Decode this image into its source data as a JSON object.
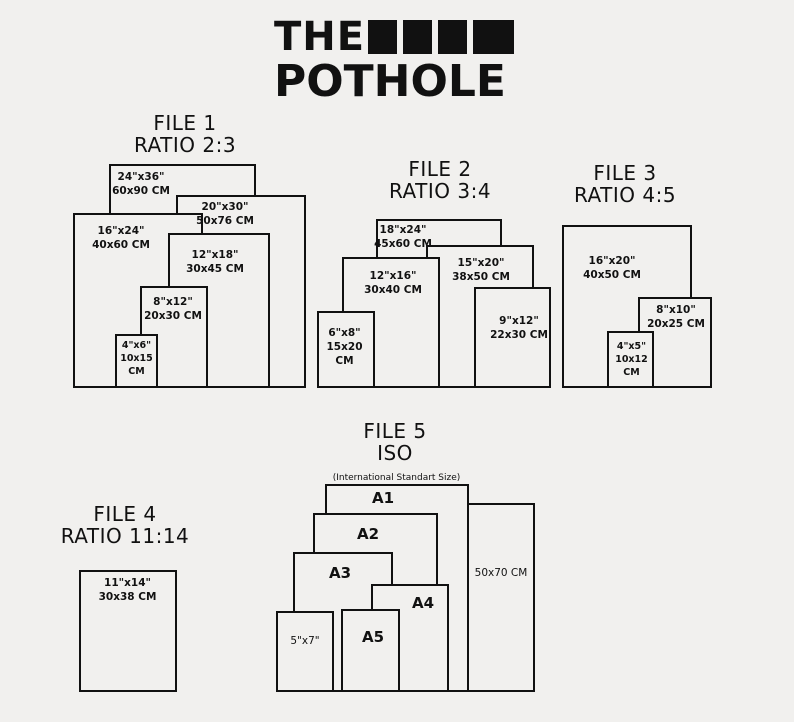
{
  "brand": {
    "line1": "THE",
    "line2": "POTHOLE"
  },
  "files": {
    "f1": {
      "name": "FILE 1",
      "ratio": "RATIO 2:3"
    },
    "f2": {
      "name": "FILE 2",
      "ratio": "RATIO 3:4"
    },
    "f3": {
      "name": "FILE 3",
      "ratio": "RATIO 4:5"
    },
    "f4": {
      "name": "FILE 4",
      "ratio": "RATIO 11:14"
    },
    "f5": {
      "name": "FILE 5",
      "ratio": "ISO",
      "note": "(International Standart Size)"
    }
  },
  "sizes": {
    "s24x36": {
      "in": "24\"x36\"",
      "cm": "60x90 CM"
    },
    "s20x30": {
      "in": "20\"x30\"",
      "cm": "50x76 CM"
    },
    "s16x24": {
      "in": "16\"x24\"",
      "cm": "40x60 CM"
    },
    "s12x18": {
      "in": "12\"x18\"",
      "cm": "30x45 CM"
    },
    "s8x12": {
      "in": "8\"x12\"",
      "cm": "20x30 CM"
    },
    "s4x6": {
      "in": "4\"x6\"",
      "cm1": "10x15",
      "cm2": "CM"
    },
    "s18x24": {
      "in": "18\"x24\"",
      "cm": "45x60 CM"
    },
    "s15x20": {
      "in": "15\"x20\"",
      "cm": "38x50 CM"
    },
    "s12x16": {
      "in": "12\"x16\"",
      "cm": "30x40 CM"
    },
    "s9x12": {
      "in": "9\"x12\"",
      "cm": "22x30 CM"
    },
    "s6x8": {
      "in": "6\"x8\"",
      "cm1": "15x20",
      "cm2": "CM"
    },
    "s16x20": {
      "in": "16\"x20\"",
      "cm": "40x50 CM"
    },
    "s8x10": {
      "in": "8\"x10\"",
      "cm": "20x25 CM"
    },
    "s4x5": {
      "in": "4\"x5\"",
      "cm1": "10x12",
      "cm2": "CM"
    },
    "s11x14": {
      "in": "11\"x14\"",
      "cm": "30x38 CM"
    },
    "a1": "A1",
    "a2": "A2",
    "a3": "A3",
    "a4": "A4",
    "a5": "A5",
    "s5x7": "5\"x7\"",
    "s50x70": "50x70 CM"
  }
}
